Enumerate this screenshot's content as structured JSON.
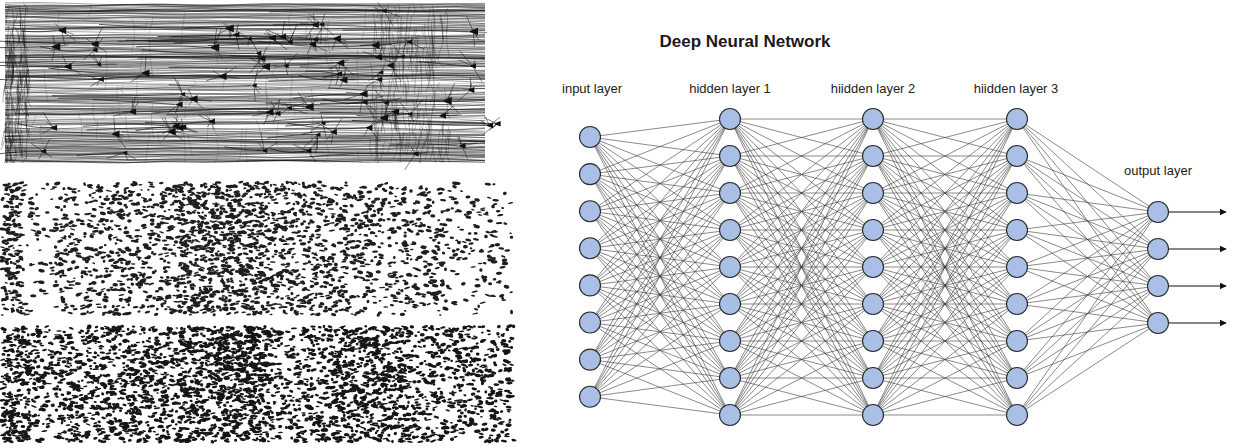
{
  "diagram": {
    "title": "Deep Neural Network",
    "labels": [
      "input layer",
      "hidden layer 1",
      "hiidden layer 2",
      "hiidden layer 3",
      "output layer"
    ]
  }
}
